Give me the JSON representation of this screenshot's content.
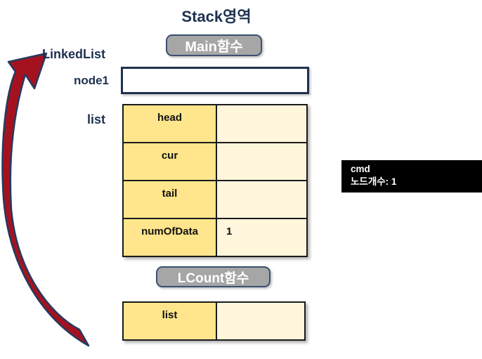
{
  "title": "Stack영역",
  "labels": {
    "linkedlist": "LinkedList",
    "node1": "node1",
    "list": "list"
  },
  "main_function": {
    "button_label": "Main함수",
    "table": {
      "rows": [
        {
          "name": "head",
          "value": ""
        },
        {
          "name": "cur",
          "value": ""
        },
        {
          "name": "tail",
          "value": ""
        },
        {
          "name": "numOfData",
          "value": "1"
        }
      ]
    }
  },
  "lcount_function": {
    "button_label": "LCount함수",
    "table": {
      "rows": [
        {
          "name": "list",
          "value": ""
        }
      ]
    }
  },
  "console": {
    "line1": "cmd",
    "line2": "노드개수: 1"
  },
  "colors": {
    "navy_text": "#1f3150",
    "arrow_red": "#a5121f",
    "arrow_outline": "#27395f",
    "button_gray": "#a6a6a6",
    "cell_name_bg": "#ffe58c",
    "cell_value_bg": "#fff6db",
    "console_bg": "#000000"
  }
}
